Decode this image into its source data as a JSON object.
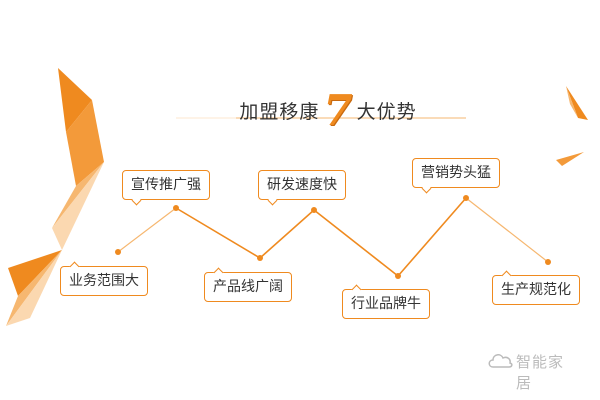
{
  "header": {
    "title_prefix": "加盟移康",
    "title_number": "7",
    "title_suffix": "大优势"
  },
  "nodes": [
    {
      "id": "n1",
      "label": "业务范围大"
    },
    {
      "id": "n2",
      "label": "宣传推广强"
    },
    {
      "id": "n3",
      "label": "产品线广阔"
    },
    {
      "id": "n4",
      "label": "研发速度快"
    },
    {
      "id": "n5",
      "label": "行业品牌牛"
    },
    {
      "id": "n6",
      "label": "营销势头猛"
    },
    {
      "id": "n7",
      "label": "生产规范化"
    }
  ],
  "colors": {
    "accent": "#ef8a1f",
    "accent_light": "#f6b770",
    "accent_pale": "#fbd8b0",
    "text": "#333333"
  },
  "watermark": {
    "text": "智能家居",
    "icon": "cloud-logo-icon"
  }
}
